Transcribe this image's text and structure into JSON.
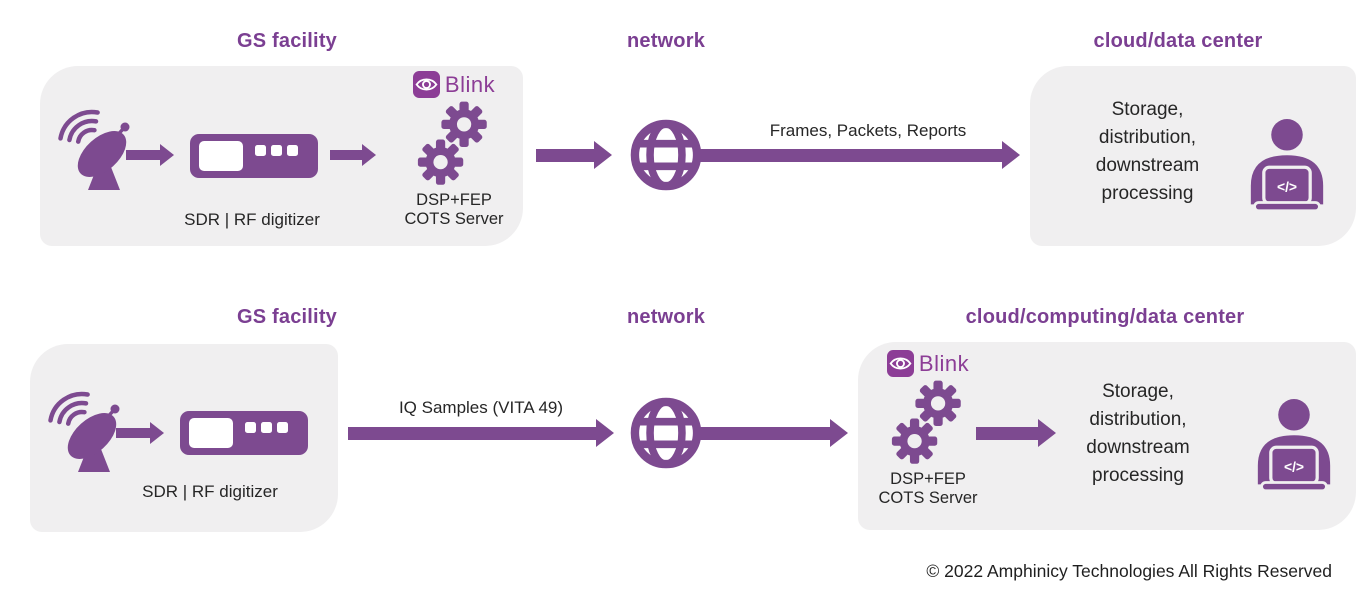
{
  "palette": {
    "purple": "#7d4a90",
    "header_purple": "#7b3f92",
    "blink_purple": "#8c3d96",
    "box_bg": "#f0eff0",
    "text_dark": "#262626"
  },
  "diagram1": {
    "gs_facility_header": "GS facility",
    "network_header": "network",
    "cloud_header": "cloud/data center",
    "sdr_label": "SDR | RF digitizer",
    "blink_logo_text": "Blink",
    "server_label": "DSP+FEP\nCOTS Server",
    "network_arrow_label": "Frames, Packets, Reports",
    "storage_label": "Storage,\ndistribution,\ndownstream\nprocessing",
    "person_code_glyph": "</>"
  },
  "diagram2": {
    "gs_facility_header": "GS facility",
    "network_header": "network",
    "cloud_header": "cloud/computing/data center",
    "sdr_label": "SDR | RF digitizer",
    "blink_logo_text": "Blink",
    "server_label": "DSP+FEP\nCOTS Server",
    "network_arrow_label": "IQ Samples (VITA 49)",
    "storage_label": "Storage,\ndistribution,\ndownstream\nprocessing",
    "person_code_glyph": "</>"
  },
  "footer": {
    "copyright": "© 2022 Amphinicy Technologies All Rights Reserved"
  }
}
